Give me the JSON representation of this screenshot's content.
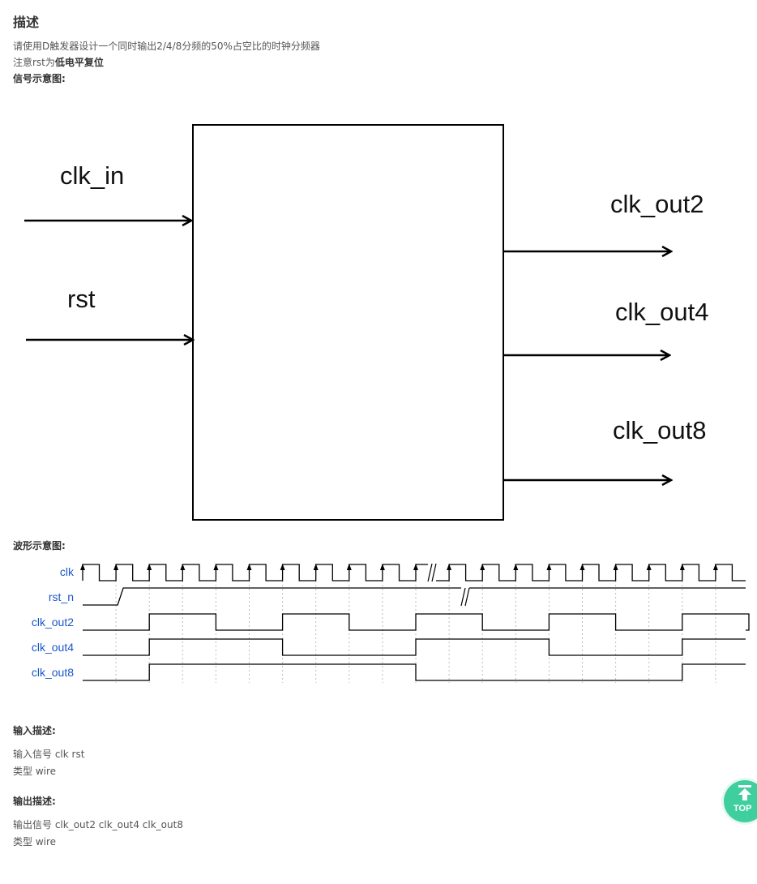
{
  "header": {
    "title": "描述"
  },
  "description": {
    "line1": "请使用D触发器设计一个同时输出2/4/8分频的50%占空比的时钟分频器",
    "line2_prefix": "注意rst为",
    "line2_bold": "低电平复位",
    "signal_heading": "信号示意图:"
  },
  "block_diagram": {
    "inputs": [
      "clk_in",
      "rst"
    ],
    "outputs": [
      "clk_out2",
      "clk_out4",
      "clk_out8"
    ]
  },
  "waveform": {
    "heading": "波形示意图:",
    "signals": [
      "clk",
      "rst_n",
      "clk_out2",
      "clk_out4",
      "clk_out8"
    ],
    "label_color": "#1a56c9"
  },
  "input_section": {
    "heading": "输入描述:",
    "line1": "输入信号 clk rst",
    "line2": "类型 wire"
  },
  "output_section": {
    "heading": "输出描述:",
    "line1": "输出信号 clk_out2 clk_out4 clk_out8",
    "line2": "类型  wire"
  },
  "top_button": {
    "label": "TOP",
    "color": "#3fcf9f"
  }
}
